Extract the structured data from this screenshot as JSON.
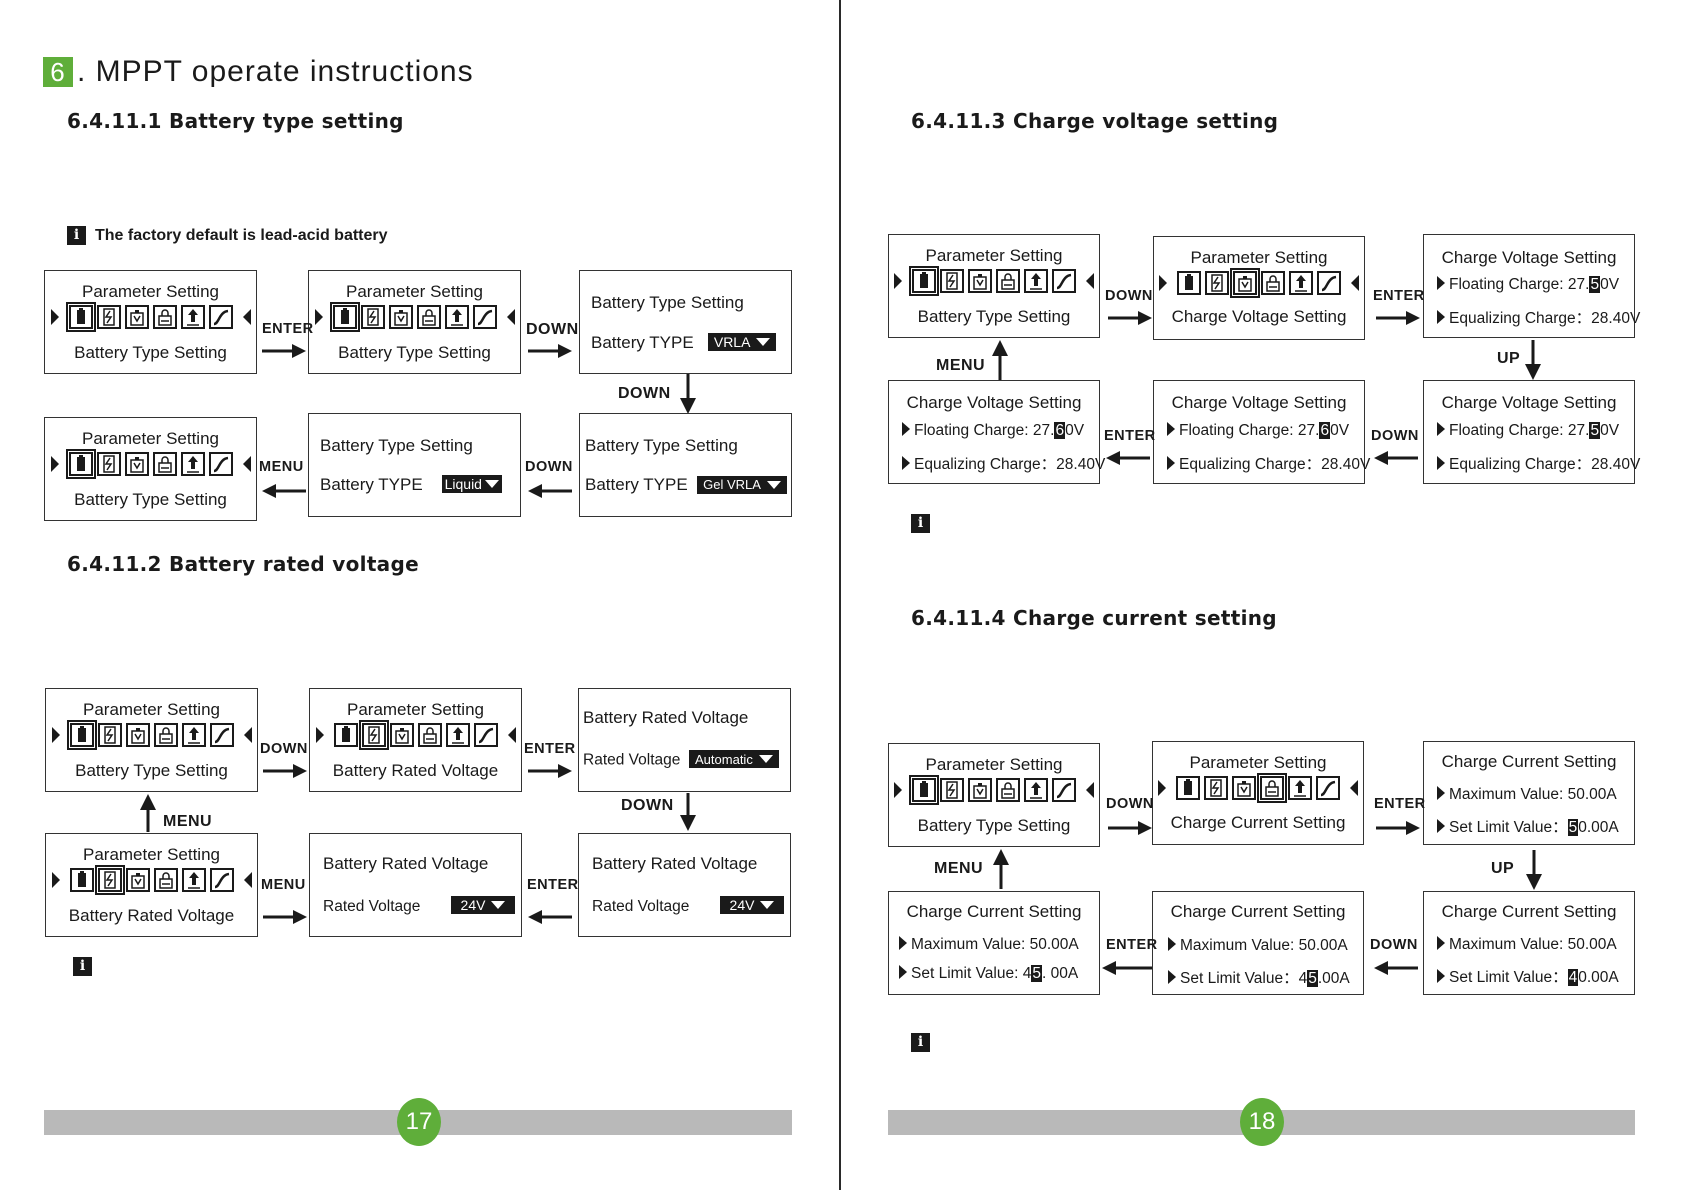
{
  "heading": {
    "number": "6",
    "title": ". MPPT  operate  instructions"
  },
  "sections": {
    "s1": "6.4.11.1 Battery type setting",
    "s2": "6.4.11.2 Battery rated voltage",
    "s3": "6.4.11.3 Charge voltage setting",
    "s4": "6.4.11.4 Charge current setting"
  },
  "note_factory": "The factory default is lead-acid battery",
  "info_glyph": "i",
  "labels": {
    "enter": "ENTER",
    "down": "DOWN",
    "menu": "MENU",
    "up": "UP"
  },
  "screens": {
    "param_setting": "Parameter Setting",
    "battery_type_setting": "Battery Type Setting",
    "battery_rated_voltage": "Battery Rated Voltage",
    "charge_voltage_setting": "Charge Voltage Setting",
    "charge_current_setting": "Charge Current Setting",
    "battery_type_label": "Battery TYPE",
    "rated_voltage_label": "Rated Voltage",
    "floating_prefix": "Floating Charge: 27.",
    "equalizing": "Equalizing Charge：28.40V",
    "max_value": "Maximum Value: 50.00A",
    "set_limit_prefix": "Set Limit Value：",
    "set_limit_prefix_spaced": "Set  Limit  Value:  4",
    "v_suffix": "0V",
    "a_suffix": ".00A",
    "a_suffix_spaced": ". 00A",
    "a_suffix_tail": "0.00A"
  },
  "dropdowns": {
    "vrla": "VRLA",
    "gel": "Gel VRLA",
    "liquid": "Liquid",
    "automatic": "Automatic",
    "v24": "24V"
  },
  "digits": {
    "five": "5",
    "six": "6",
    "four": "4"
  },
  "icon_names": [
    "battery-icon",
    "lightning-icon",
    "battery-volt-icon",
    "battery-lock-icon",
    "upload-icon",
    "curve-icon"
  ],
  "pages": {
    "left": "17",
    "right": "18"
  },
  "colors": {
    "accent_green": "#5fae3a",
    "footer_gray": "#b9b9b9",
    "lcd_black": "#1a1a1a"
  }
}
